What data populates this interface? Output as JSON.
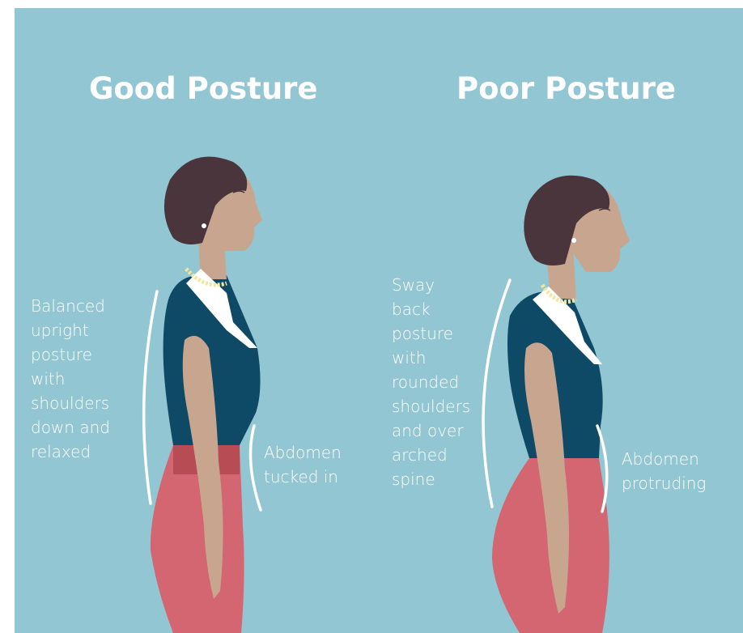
{
  "good": {
    "title": "Good Posture",
    "back_label": "Balanced\nupright\nposture\nwith\nshoulders\ndown and\nrelaxed",
    "abdomen_label": "Abdomen\ntucked in"
  },
  "poor": {
    "title": "Poor Posture",
    "back_label": "Sway\nback\nposture\nwith\nrounded\nshoulders\nand over\narched\nspine",
    "abdomen_label": "Abdomen\nprotruding"
  },
  "colors": {
    "background": "#93c6d3",
    "hair": "#4a353d",
    "skin": "#c8a58e",
    "top": "#0e4a66",
    "collar": "#ffffff",
    "skirt": "#d36670",
    "belt": "#b84c55",
    "necklace": "#f3e6a0"
  }
}
